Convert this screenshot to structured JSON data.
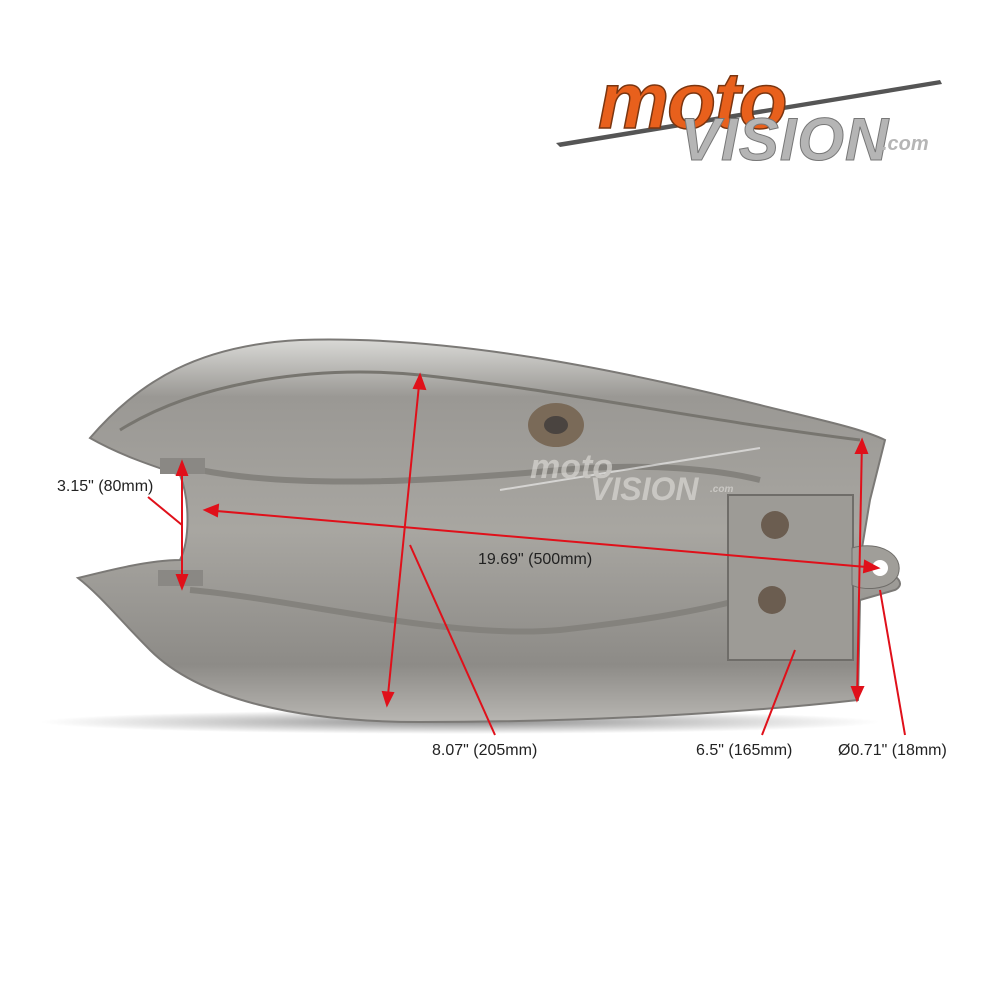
{
  "logo": {
    "part1": "moto",
    "part2": "VISION",
    "part3": ".com",
    "orange": "#e8601c",
    "grey": "#b5b5b5"
  },
  "watermark": {
    "part1": "moto",
    "part2": "VISION",
    "part3": ".com"
  },
  "dimensions": {
    "mouth_width": "3.15\" (80mm)",
    "length": "19.69\" (500mm)",
    "width": "8.07\" (205mm)",
    "rear_width": "6.5\" (165mm)",
    "mount_hole": "Ø0.71\" (18mm)"
  },
  "colors": {
    "annotation": "#e0101a"
  }
}
